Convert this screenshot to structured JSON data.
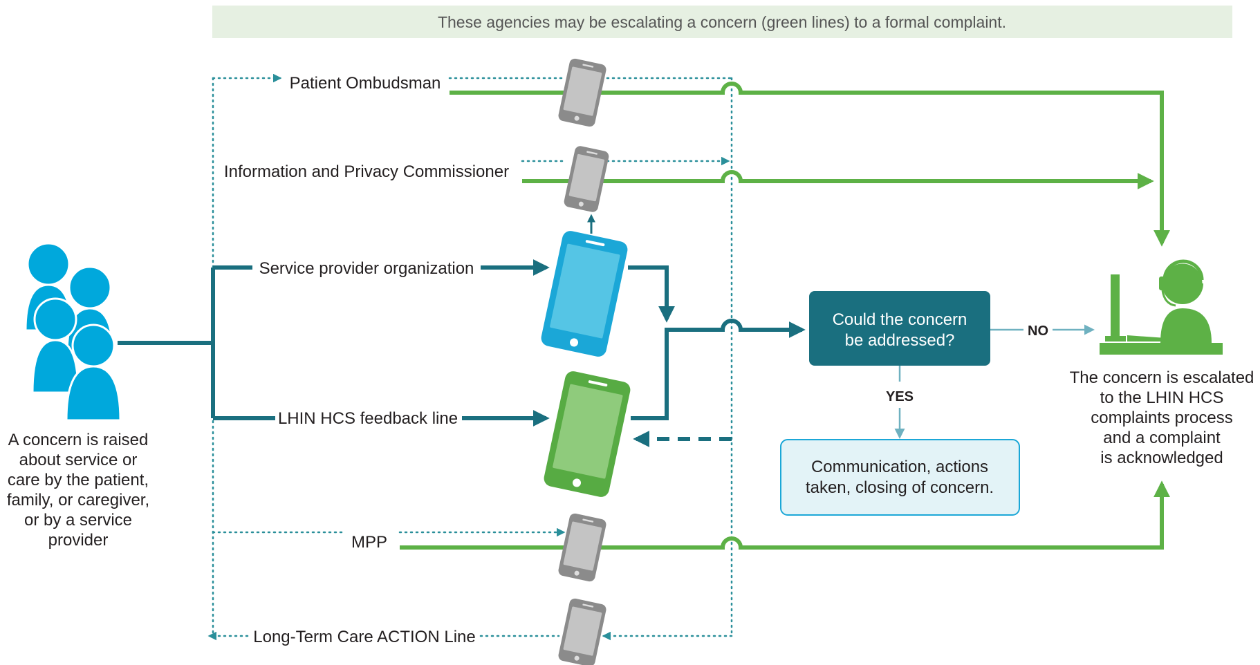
{
  "banner": {
    "text": "These agencies may be escalating a concern (green lines) to a formal complaint."
  },
  "source": {
    "caption_lines": [
      "A concern is raised",
      "about service or",
      "care by the patient,",
      "family, or caregiver,",
      "or by a service",
      "provider"
    ]
  },
  "channels": {
    "patient_ombudsman": "Patient Ombudsman",
    "ipc": "Information and Privacy Commissioner",
    "service_provider": "Service provider organization",
    "lhin_feedback": "LHIN HCS feedback line",
    "mpp": "MPP",
    "ltc_action": "Long-Term Care ACTION Line"
  },
  "decision": {
    "line1": "Could the concern",
    "line2": "be addressed?",
    "no_label": "NO",
    "yes_label": "YES"
  },
  "resolution": {
    "line1": "Communication, actions",
    "line2": "taken, closing of concern."
  },
  "escalation": {
    "caption_lines": [
      "The concern is escalated",
      "to the LHIN HCS",
      "complaints process",
      "and a complaint",
      "is acknowledged"
    ]
  },
  "colors": {
    "green": "#5db146",
    "teal": "#1a6f7f",
    "dotted_teal": "#2a8f9a",
    "people_blue": "#00a8dc",
    "banner_bg": "#e6f0e2",
    "resolution_bg": "#e3f3f7"
  },
  "icons": {
    "people": "people-group-icon",
    "phone": "smartphone-icon",
    "agent": "call-center-agent-icon"
  }
}
